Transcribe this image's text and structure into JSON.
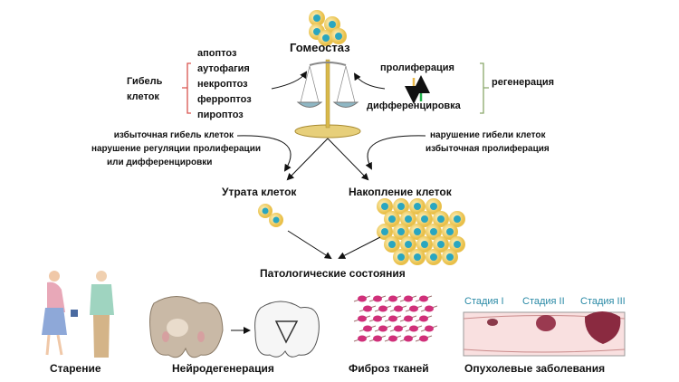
{
  "homeostasis": "Гомеостаз",
  "cell_death": {
    "title_line1": "Гибель",
    "title_line2": "клеток",
    "types": [
      "апоптоз",
      "аутофагия",
      "некроптоз",
      "ферроптоз",
      "пироптоз"
    ]
  },
  "regeneration": {
    "label": "регенерация",
    "proliferation": "пролиферация",
    "differentiation": "дифференцировка"
  },
  "left_causes": [
    "избыточная  гибель клеток",
    "нарушение  регуляции пролиферации",
    "или дифференцировки"
  ],
  "right_causes": [
    "нарушение  гибели клеток",
    "избыточная  пролиферация"
  ],
  "cell_loss": "Утрата клеток",
  "cell_accumulation": "Накопление клеток",
  "pathological_states": "Патологические состояния",
  "conditions": [
    "Старение",
    "Нейродегенерация",
    "Фиброз тканей",
    "Опухолевые заболевания"
  ],
  "stages": [
    "Стадия I",
    "Стадия II",
    "Стадия III"
  ],
  "colors": {
    "bracket_left": "#d9534f",
    "bracket_right": "#8aa86a",
    "arrow_up": "#22b14c",
    "arrow_down": "#e8b84a",
    "stage_text": "#2a8aa6"
  }
}
